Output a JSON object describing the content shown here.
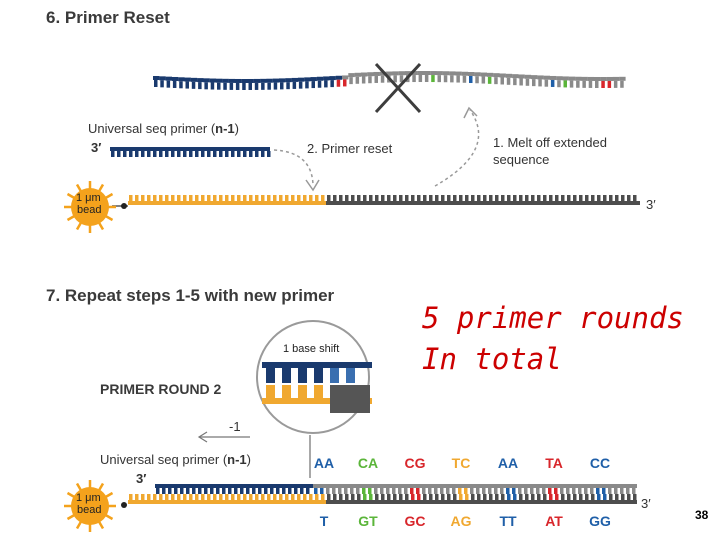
{
  "step6": {
    "title": "6. Primer Reset",
    "primer_label_prefix": "Universal seq primer (",
    "primer_label_n": "n-1",
    "primer_label_suffix": ")",
    "three_prime_primer": "3′",
    "primer_reset": "2. Primer reset",
    "melt_line1": "1. Melt off extended",
    "melt_line2": "sequence",
    "bead_line1": "1 μm",
    "bead_line2": "bead",
    "three_prime_template": "3′"
  },
  "step7": {
    "title": "7. Repeat steps 1-5 with new primer",
    "base_shift": "1 base shift",
    "primer_round": "PRIMER ROUND 2",
    "minus_one": "-1",
    "primer_label_prefix": "Universal seq primer (",
    "primer_label_n": "n-1",
    "primer_label_suffix": ")",
    "three_prime_primer": "3′",
    "bead_line1": "1 μm",
    "bead_line2": "bead",
    "three_prime_template": "3′",
    "top_pairs": [
      {
        "text": "AA",
        "color": "#1f5fa8"
      },
      {
        "text": "CA",
        "color": "#5bb53a"
      },
      {
        "text": "CG",
        "color": "#d8262b"
      },
      {
        "text": "TC",
        "color": "#f0a830"
      },
      {
        "text": "AA",
        "color": "#1f5fa8"
      },
      {
        "text": "TA",
        "color": "#d8262b"
      },
      {
        "text": "CC",
        "color": "#1f5fa8"
      }
    ],
    "bottom_pairs": [
      {
        "text": "T",
        "color": "#1f5fa8"
      },
      {
        "text": "GT",
        "color": "#5bb53a"
      },
      {
        "text": "GC",
        "color": "#d8262b"
      },
      {
        "text": "AG",
        "color": "#f0a830"
      },
      {
        "text": "TT",
        "color": "#1f5fa8"
      },
      {
        "text": "AT",
        "color": "#d8262b"
      },
      {
        "text": "GG",
        "color": "#1f5fa8"
      }
    ]
  },
  "note": {
    "line1": "5 primer rounds",
    "line2": "In total"
  },
  "page_number": "38",
  "colors": {
    "primer": "#1a3a6e",
    "template": "#4d4d4d",
    "adapter": "#f0a830",
    "gray_strand": "#8a8a8a",
    "red": "#d8262b",
    "green": "#5bb53a",
    "blue": "#1f5fa8",
    "bead": "#f4a21c",
    "note": "#cc0000"
  }
}
